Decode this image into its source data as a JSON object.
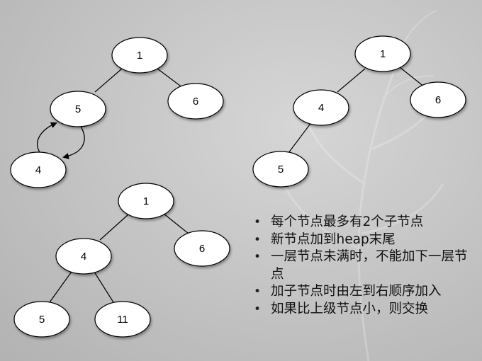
{
  "trees": [
    {
      "id": "tree-top-left",
      "nodes": [
        {
          "id": "n1",
          "label": "1"
        },
        {
          "id": "n5",
          "label": "5"
        },
        {
          "id": "n6",
          "label": "6"
        },
        {
          "id": "n4",
          "label": "4"
        }
      ]
    },
    {
      "id": "tree-top-right",
      "nodes": [
        {
          "id": "n1",
          "label": "1"
        },
        {
          "id": "n4",
          "label": "4"
        },
        {
          "id": "n6",
          "label": "6"
        },
        {
          "id": "n5",
          "label": "5"
        }
      ]
    },
    {
      "id": "tree-bottom-left",
      "nodes": [
        {
          "id": "n1",
          "label": "1"
        },
        {
          "id": "n4",
          "label": "4"
        },
        {
          "id": "n6",
          "label": "6"
        },
        {
          "id": "n5",
          "label": "5"
        },
        {
          "id": "n11",
          "label": "11"
        }
      ]
    }
  ],
  "notes": [
    "每个节点最多有2个子节点",
    "新节点加到heap末尾",
    "一层节点未满时，不能加下一层节点",
    "加子节点时由左到右顺序加入",
    "如果比上级节点小，则交换"
  ]
}
